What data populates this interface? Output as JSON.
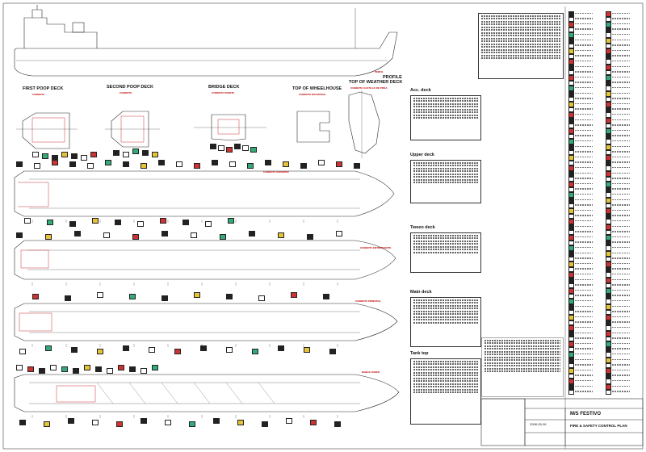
{
  "sections": {
    "profile": "PROFILE",
    "first_poop": "FIRST POOP DECK",
    "second_poop": "SECOND POOP DECK",
    "bridge": "BRIDGE DECK",
    "top_wheelhouse": "TOP OF WHEELHOUSE",
    "top_weather": "TOP OF WEATHER DECK",
    "upper": "Upper deck",
    "tween": "Tween deck",
    "main": "Main deck",
    "tank_top": "Tank top",
    "accommodation": "Acc. deck"
  },
  "sub_labels": {
    "first_poop": "CUBIERTA",
    "second_poop": "CUBIERTA",
    "bridge": "CUBIERTA PUENTE",
    "top_wheelhouse": "CUBIERTA MAGISTRAL",
    "top_weather": "CUBIERTA CASTILLO DE PROA",
    "profile": "PERFIL"
  },
  "deck_tags": [
    "CUBIERTA SUPERIOR",
    "CUBIERTA ENTREPUENTE",
    "CUBIERTA PRINCIPAL",
    "DOBLE FONDO"
  ],
  "title_block": {
    "vessel": "M/S FESTIVO",
    "plan_title": "FIRE & SAFETY CONTROL PLAN",
    "date": "2008-05-26"
  },
  "colors": {
    "line": "#2a2a2a",
    "red": "#c33333",
    "green": "#33aa77",
    "yellow": "#e6c23a"
  }
}
